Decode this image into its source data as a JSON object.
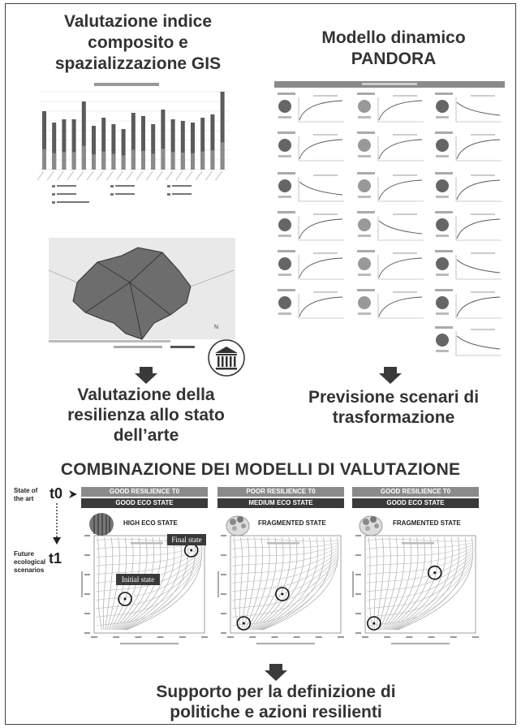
{
  "left_title": [
    "Valutazione indice",
    "composito e",
    "spazializzazione GIS"
  ],
  "right_title": [
    "Modello dinamico",
    "PANDORA"
  ],
  "left_result": [
    "Valutazione della",
    "resilienza allo stato",
    "dell’arte"
  ],
  "right_result": [
    "Previsione scenari di",
    "trasformazione"
  ],
  "combo_title": "COMBINAZIONE DEI MODELLI DI VALUTAZIONE",
  "side_labels": {
    "state_of_art": [
      "State of",
      "the art"
    ],
    "t0": "t0",
    "future": [
      "Future",
      "ecological",
      "scenarios"
    ],
    "t1": "t1"
  },
  "panels": [
    {
      "pill_top": "GOOD RESILIENCE T0",
      "pill_bottom": "GOOD ECO STATE",
      "state": "HIGH ECO STATE",
      "final_label": "Final state",
      "initial_label": "Initial state"
    },
    {
      "pill_top": "POOR RESILIENCE T0",
      "pill_bottom": "MEDIUM ECO STATE",
      "state": "FRAGMENTED STATE"
    },
    {
      "pill_top": "GOOD RESILIENCE T0",
      "pill_bottom": "GOOD ECO STATE",
      "state": "FRAGMENTED STATE"
    }
  ],
  "final_text": [
    "Supporto per la definizione di",
    "politiche e azioni resilienti"
  ],
  "colors": {
    "dark_pill": "#3a3a3a",
    "mid_pill": "#8a8a8a",
    "text": "#333333"
  }
}
